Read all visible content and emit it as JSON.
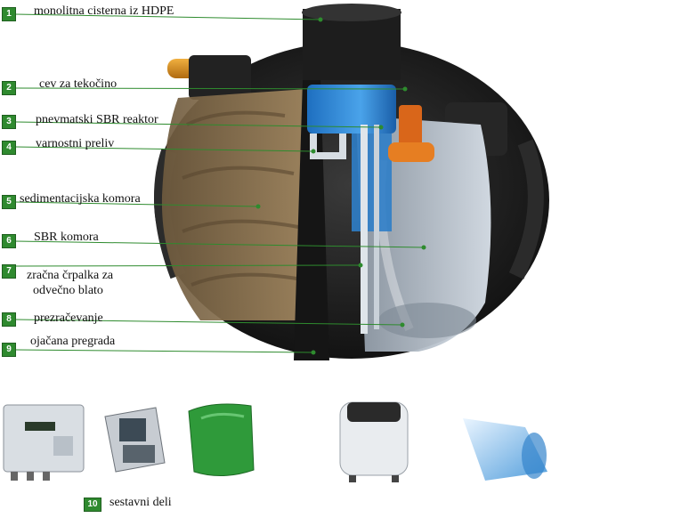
{
  "callouts": [
    {
      "num": "1",
      "text": "monolitna cisterna iz HDPE"
    },
    {
      "num": "2",
      "text": "cev za tekočino"
    },
    {
      "num": "3",
      "text": "pnevmatski SBR reaktor"
    },
    {
      "num": "4",
      "text": "varnostni preliv"
    },
    {
      "num": "5",
      "text": "sedimentacijska komora"
    },
    {
      "num": "6",
      "text": "SBR komora"
    },
    {
      "num": "7",
      "text": "zračna črpalka za",
      "text2": "odvečno blato"
    },
    {
      "num": "8",
      "text": "prezračevanje"
    },
    {
      "num": "9",
      "text": "ojačana pregrada"
    }
  ],
  "components": {
    "num": "10",
    "text": "sestavni deli"
  },
  "colors": {
    "badge": "#2f8a2f",
    "leader": "#2e8b2e",
    "tank": "#1c1c1c",
    "reactor": "#3a8fd8"
  }
}
